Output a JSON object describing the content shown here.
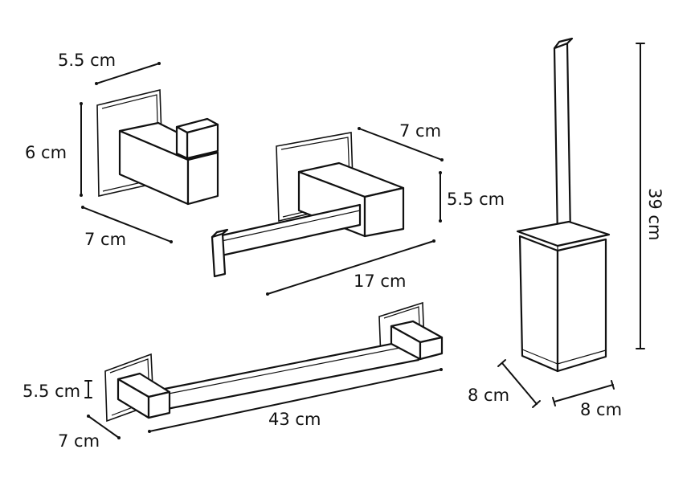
{
  "colors": {
    "line": "#111111",
    "background": "#ffffff"
  },
  "robe_hook": {
    "width_label": "5.5 cm",
    "height_label": "6 cm",
    "depth_label": "7 cm"
  },
  "paper_holder": {
    "depth_label": "7 cm",
    "height_label": "5.5 cm",
    "length_label": "17 cm"
  },
  "towel_bar": {
    "height_label": "5.5 cm",
    "depth_label": "7 cm",
    "length_label": "43 cm"
  },
  "brush_holder": {
    "height_label": "39 cm",
    "depth_label": "8 cm",
    "width_label": "8 cm"
  }
}
